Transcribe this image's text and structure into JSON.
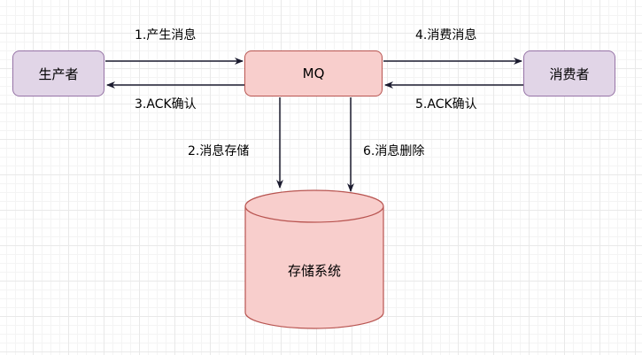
{
  "nodes": {
    "producer": "生产者",
    "mq": "MQ",
    "consumer": "消费者",
    "storage": "存储系统"
  },
  "edges": {
    "produce": "1.产生消息",
    "store": "2.消息存储",
    "ack_producer": "3.ACK确认",
    "consume": "4.消费消息",
    "ack_consumer": "5.ACK确认",
    "delete": "6.消息删除"
  },
  "colors": {
    "client_fill": "#e1d5e7",
    "client_stroke": "#9673a6",
    "mq_fill": "#f8cecc",
    "mq_stroke": "#b85450",
    "arrow": "#1a1a2e"
  }
}
